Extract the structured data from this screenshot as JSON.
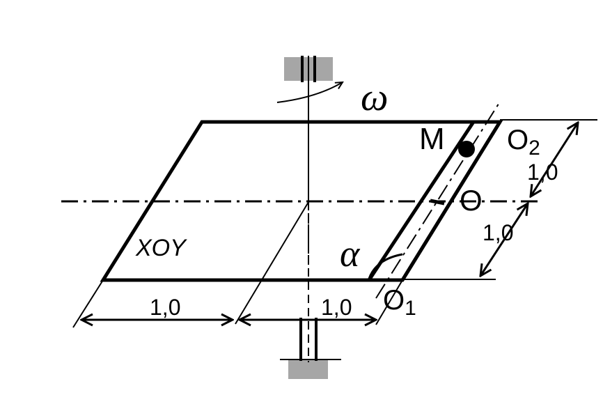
{
  "labels": {
    "omega": "ω",
    "alpha": "α",
    "point_m": "M",
    "point_o": "O",
    "point_o1": "O",
    "point_o1_sub": "1",
    "point_o2": "O",
    "point_o2_sub": "2",
    "plane": "XOY",
    "dim_bottom_left": "1,0",
    "dim_bottom_right": "1,0",
    "dim_right_upper": "1,0",
    "dim_right_lower": "1,0"
  },
  "colors": {
    "stroke": "#000000",
    "bearing": "#a6a6a6"
  }
}
